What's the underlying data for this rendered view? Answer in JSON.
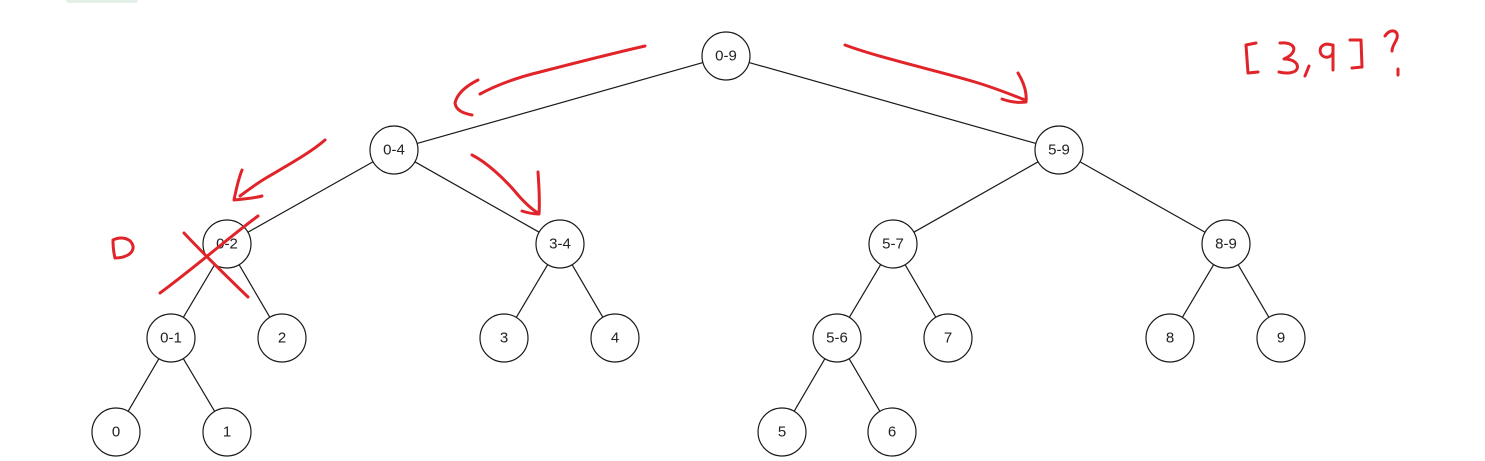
{
  "diagram": {
    "type": "segment-tree",
    "nodes": [
      {
        "id": "0-9",
        "label": "0-9"
      },
      {
        "id": "0-4",
        "label": "0-4"
      },
      {
        "id": "5-9",
        "label": "5-9"
      },
      {
        "id": "0-2",
        "label": "0-2"
      },
      {
        "id": "3-4",
        "label": "3-4"
      },
      {
        "id": "5-7",
        "label": "5-7"
      },
      {
        "id": "8-9",
        "label": "8-9"
      },
      {
        "id": "0-1",
        "label": "0-1"
      },
      {
        "id": "2",
        "label": "2"
      },
      {
        "id": "3",
        "label": "3"
      },
      {
        "id": "4",
        "label": "4"
      },
      {
        "id": "5-6",
        "label": "5-6"
      },
      {
        "id": "7",
        "label": "7"
      },
      {
        "id": "8",
        "label": "8"
      },
      {
        "id": "9",
        "label": "9"
      },
      {
        "id": "0",
        "label": "0"
      },
      {
        "id": "1",
        "label": "1"
      },
      {
        "id": "5",
        "label": "5"
      },
      {
        "id": "6",
        "label": "6"
      }
    ],
    "edges": [
      [
        "0-9",
        "0-4"
      ],
      [
        "0-9",
        "5-9"
      ],
      [
        "0-4",
        "0-2"
      ],
      [
        "0-4",
        "3-4"
      ],
      [
        "5-9",
        "5-7"
      ],
      [
        "5-9",
        "8-9"
      ],
      [
        "0-2",
        "0-1"
      ],
      [
        "0-2",
        "2"
      ],
      [
        "3-4",
        "3"
      ],
      [
        "3-4",
        "4"
      ],
      [
        "5-7",
        "5-6"
      ],
      [
        "5-7",
        "7"
      ],
      [
        "8-9",
        "8"
      ],
      [
        "8-9",
        "9"
      ],
      [
        "0-1",
        "0"
      ],
      [
        "0-1",
        "1"
      ],
      [
        "5-6",
        "5"
      ],
      [
        "5-6",
        "6"
      ]
    ]
  },
  "annotations": {
    "ink_color": "#e0242a",
    "query_text": "[3,9]?",
    "zero_mark": "0",
    "marks": [
      "arrow-to-0-4",
      "arrow-to-5-9",
      "arrow-to-0-2",
      "arrow-to-3-4",
      "cross-on-0-2"
    ]
  }
}
